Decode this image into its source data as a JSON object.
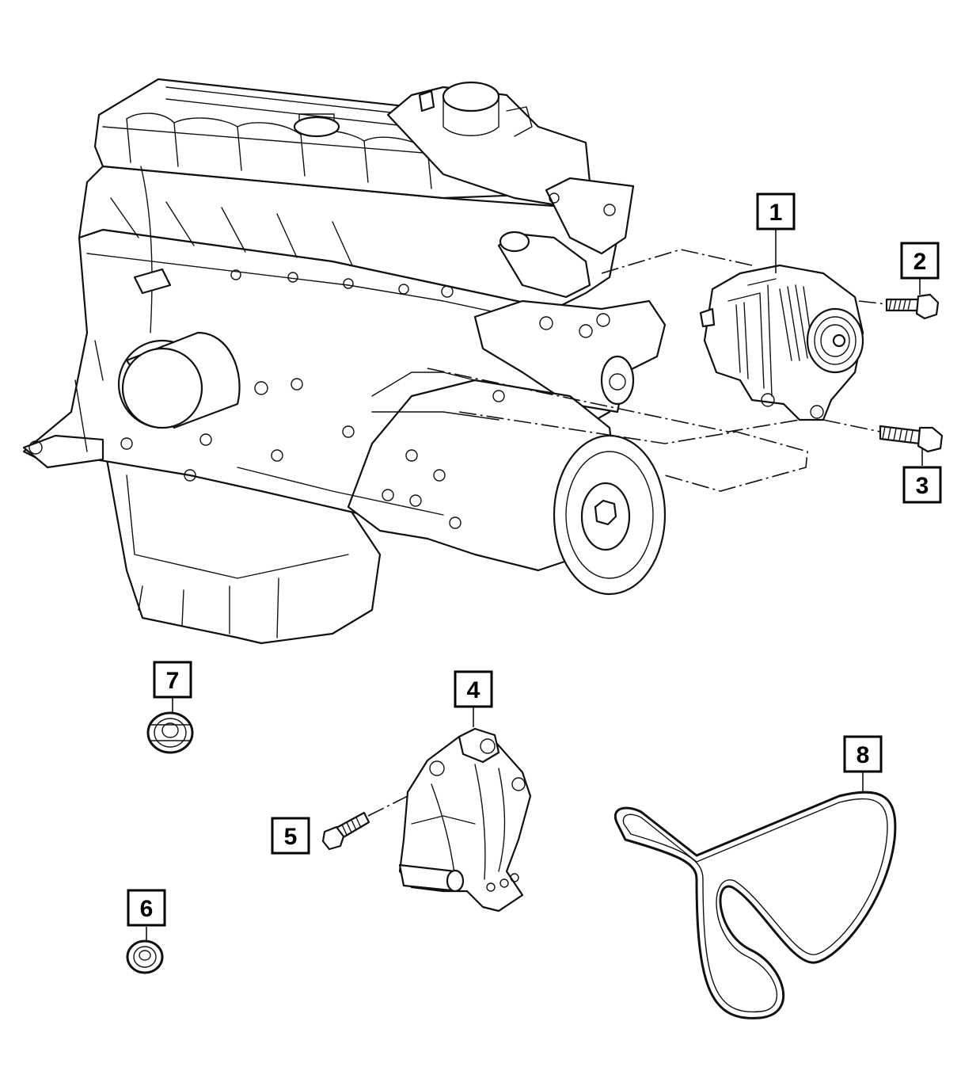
{
  "callouts": [
    {
      "id": "1",
      "label": "1"
    },
    {
      "id": "2",
      "label": "2"
    },
    {
      "id": "3",
      "label": "3"
    },
    {
      "id": "4",
      "label": "4"
    },
    {
      "id": "5",
      "label": "5"
    },
    {
      "id": "6",
      "label": "6"
    },
    {
      "id": "7",
      "label": "7"
    },
    {
      "id": "8",
      "label": "8"
    }
  ]
}
